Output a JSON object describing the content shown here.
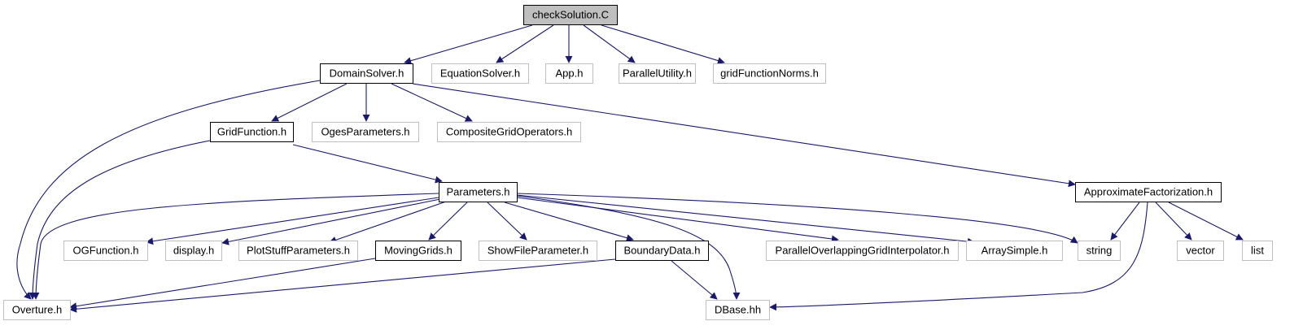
{
  "graph": {
    "colors": {
      "edge": "#191970",
      "root_fill": "#bfbfbf",
      "documented_border": "#000000",
      "undocumented_border": "#bfbfbf",
      "node_fill": "#ffffff"
    },
    "nodes": [
      {
        "id": "checkSolution",
        "label": "checkSolution.C",
        "kind": "root"
      },
      {
        "id": "DomainSolver",
        "label": "DomainSolver.h",
        "kind": "documented"
      },
      {
        "id": "EquationSolver",
        "label": "EquationSolver.h",
        "kind": "external"
      },
      {
        "id": "App",
        "label": "App.h",
        "kind": "external"
      },
      {
        "id": "ParallelUtility",
        "label": "ParallelUtility.h",
        "kind": "external"
      },
      {
        "id": "gridFunctionNorms",
        "label": "gridFunctionNorms.h",
        "kind": "external"
      },
      {
        "id": "GridFunction",
        "label": "GridFunction.h",
        "kind": "documented"
      },
      {
        "id": "OgesParameters",
        "label": "OgesParameters.h",
        "kind": "external"
      },
      {
        "id": "CompositeGridOperators",
        "label": "CompositeGridOperators.h",
        "kind": "external"
      },
      {
        "id": "Parameters",
        "label": "Parameters.h",
        "kind": "documented"
      },
      {
        "id": "ApproximateFactorization",
        "label": "ApproximateFactorization.h",
        "kind": "documented"
      },
      {
        "id": "OGFunction",
        "label": "OGFunction.h",
        "kind": "external"
      },
      {
        "id": "display",
        "label": "display.h",
        "kind": "external"
      },
      {
        "id": "PlotStuffParameters",
        "label": "PlotStuffParameters.h",
        "kind": "external"
      },
      {
        "id": "MovingGrids",
        "label": "MovingGrids.h",
        "kind": "documented"
      },
      {
        "id": "ShowFileParameter",
        "label": "ShowFileParameter.h",
        "kind": "external"
      },
      {
        "id": "BoundaryData",
        "label": "BoundaryData.h",
        "kind": "documented"
      },
      {
        "id": "ParallelOverlappingGridInterpolator",
        "label": "ParallelOverlappingGridInterpolator.h",
        "kind": "external"
      },
      {
        "id": "ArraySimple",
        "label": "ArraySimple.h",
        "kind": "external"
      },
      {
        "id": "string",
        "label": "string",
        "kind": "external"
      },
      {
        "id": "vector",
        "label": "vector",
        "kind": "external"
      },
      {
        "id": "list",
        "label": "list",
        "kind": "external"
      },
      {
        "id": "Overture",
        "label": "Overture.h",
        "kind": "external"
      },
      {
        "id": "DBase",
        "label": "DBase.hh",
        "kind": "external"
      }
    ],
    "edges": [
      {
        "from": "checkSolution",
        "to": "DomainSolver"
      },
      {
        "from": "checkSolution",
        "to": "EquationSolver"
      },
      {
        "from": "checkSolution",
        "to": "App"
      },
      {
        "from": "checkSolution",
        "to": "ParallelUtility"
      },
      {
        "from": "checkSolution",
        "to": "gridFunctionNorms"
      },
      {
        "from": "DomainSolver",
        "to": "GridFunction"
      },
      {
        "from": "DomainSolver",
        "to": "OgesParameters"
      },
      {
        "from": "DomainSolver",
        "to": "CompositeGridOperators"
      },
      {
        "from": "DomainSolver",
        "to": "ApproximateFactorization"
      },
      {
        "from": "DomainSolver",
        "to": "Overture"
      },
      {
        "from": "GridFunction",
        "to": "Parameters"
      },
      {
        "from": "GridFunction",
        "to": "Overture"
      },
      {
        "from": "Parameters",
        "to": "Overture"
      },
      {
        "from": "Parameters",
        "to": "OGFunction"
      },
      {
        "from": "Parameters",
        "to": "display"
      },
      {
        "from": "Parameters",
        "to": "PlotStuffParameters"
      },
      {
        "from": "Parameters",
        "to": "MovingGrids"
      },
      {
        "from": "Parameters",
        "to": "ShowFileParameter"
      },
      {
        "from": "Parameters",
        "to": "BoundaryData"
      },
      {
        "from": "Parameters",
        "to": "DBase"
      },
      {
        "from": "Parameters",
        "to": "ParallelOverlappingGridInterpolator"
      },
      {
        "from": "Parameters",
        "to": "ArraySimple"
      },
      {
        "from": "Parameters",
        "to": "string"
      },
      {
        "from": "MovingGrids",
        "to": "Overture"
      },
      {
        "from": "BoundaryData",
        "to": "Overture"
      },
      {
        "from": "BoundaryData",
        "to": "DBase"
      },
      {
        "from": "ApproximateFactorization",
        "to": "string"
      },
      {
        "from": "ApproximateFactorization",
        "to": "vector"
      },
      {
        "from": "ApproximateFactorization",
        "to": "list"
      },
      {
        "from": "ApproximateFactorization",
        "to": "DBase"
      }
    ]
  }
}
